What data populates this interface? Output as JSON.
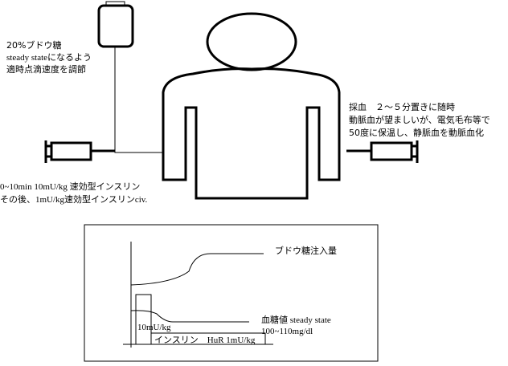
{
  "left_note": {
    "lines": [
      "20%ブドウ糖",
      "steady stateになるよう",
      "適時点滴速度を調節"
    ]
  },
  "insulin_note": {
    "lines": [
      "0~10min 10mU/kg  速効型インスリン",
      "その後、1mU/kg速効型インスリンciv."
    ]
  },
  "sampling_note": {
    "lines": [
      "採血　２～５分置きに随時",
      "動脈血が望ましいが、電気毛布等で",
      "50度に保温し、静脈血を動脈血化"
    ]
  },
  "graph": {
    "glucose_infusion_label": "ブドウ糖注入量",
    "blood_glucose_label": "血糖値 steady state",
    "blood_glucose_range": "100~110mg/dl",
    "bolus_label": "10mU/kg",
    "insulin_label": "インスリン　HuR 1mU/kg"
  }
}
